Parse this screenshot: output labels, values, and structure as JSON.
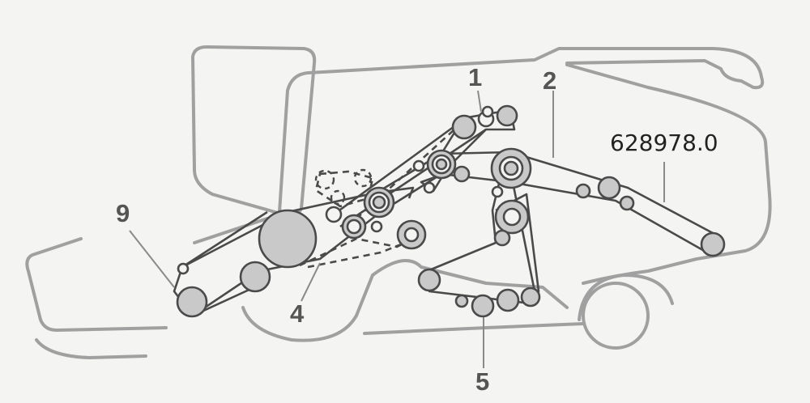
{
  "diagram": {
    "callouts": [
      {
        "id": "1",
        "text": "1"
      },
      {
        "id": "2",
        "text": "2"
      },
      {
        "id": "4",
        "text": "4"
      },
      {
        "id": "5",
        "text": "5"
      },
      {
        "id": "9",
        "text": "9"
      }
    ],
    "part_number": "628978.0",
    "colors": {
      "outline": "#9a9a9a",
      "belt": "#4a4a4a",
      "pulley_fill": "#c9c9c9",
      "pulley_stroke": "#4a4a4a",
      "callout_text": "#555555",
      "background": "#f4f4f2"
    }
  }
}
